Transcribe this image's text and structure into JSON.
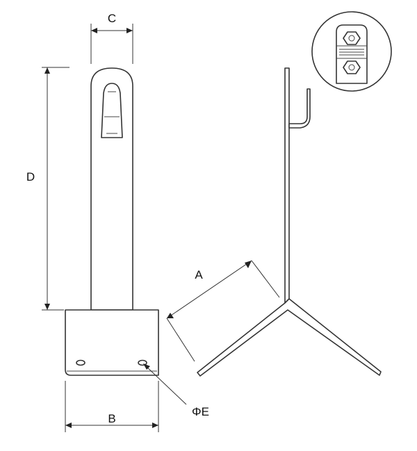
{
  "labels": {
    "a": "A",
    "b": "B",
    "c": "C",
    "d": "D",
    "e": "ΦE"
  }
}
